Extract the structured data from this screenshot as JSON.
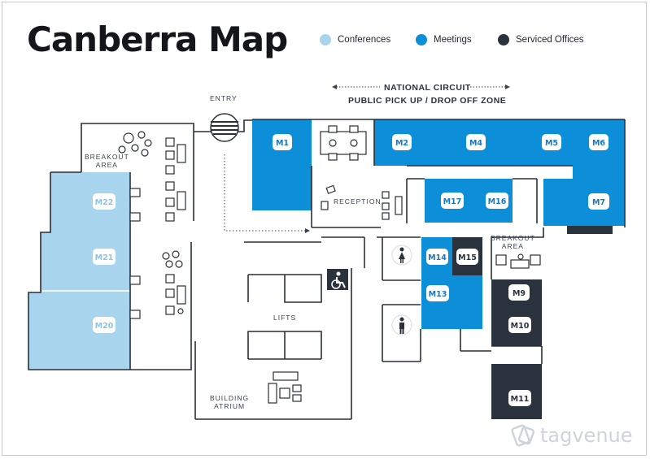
{
  "title": "Canberra Map",
  "legend": [
    {
      "label": "Conferences",
      "color": "#a8d4ee"
    },
    {
      "label": "Meetings",
      "color": "#0c8ed9"
    },
    {
      "label": "Serviced Offices",
      "color": "#2a323d"
    }
  ],
  "header": {
    "line1": "NATIONAL CIRCUIT",
    "line2": "PUBLIC PICK UP / DROP OFF ZONE"
  },
  "labels": {
    "entry": "ENTRY",
    "breakout_left": "BREAKOUT\nAREA",
    "reception": "RECEPTION",
    "breakout_right": "BREAKOUT\nAREA",
    "lifts": "LIFTS",
    "atrium": "BUILDING\nATRIUM"
  },
  "rooms": [
    {
      "id": "M1",
      "type": "meeting"
    },
    {
      "id": "M2",
      "type": "meeting"
    },
    {
      "id": "M4",
      "type": "meeting"
    },
    {
      "id": "M5",
      "type": "meeting"
    },
    {
      "id": "M6",
      "type": "meeting"
    },
    {
      "id": "M7",
      "type": "meeting"
    },
    {
      "id": "M17",
      "type": "meeting"
    },
    {
      "id": "M16",
      "type": "meeting"
    },
    {
      "id": "M14",
      "type": "meeting"
    },
    {
      "id": "M15",
      "type": "serviced"
    },
    {
      "id": "M13",
      "type": "meeting"
    },
    {
      "id": "M9",
      "type": "serviced"
    },
    {
      "id": "M10",
      "type": "serviced"
    },
    {
      "id": "M11",
      "type": "serviced"
    },
    {
      "id": "M22",
      "type": "conference"
    },
    {
      "id": "M21",
      "type": "conference"
    },
    {
      "id": "M20",
      "type": "conference"
    }
  ],
  "watermark": "tagvenue"
}
